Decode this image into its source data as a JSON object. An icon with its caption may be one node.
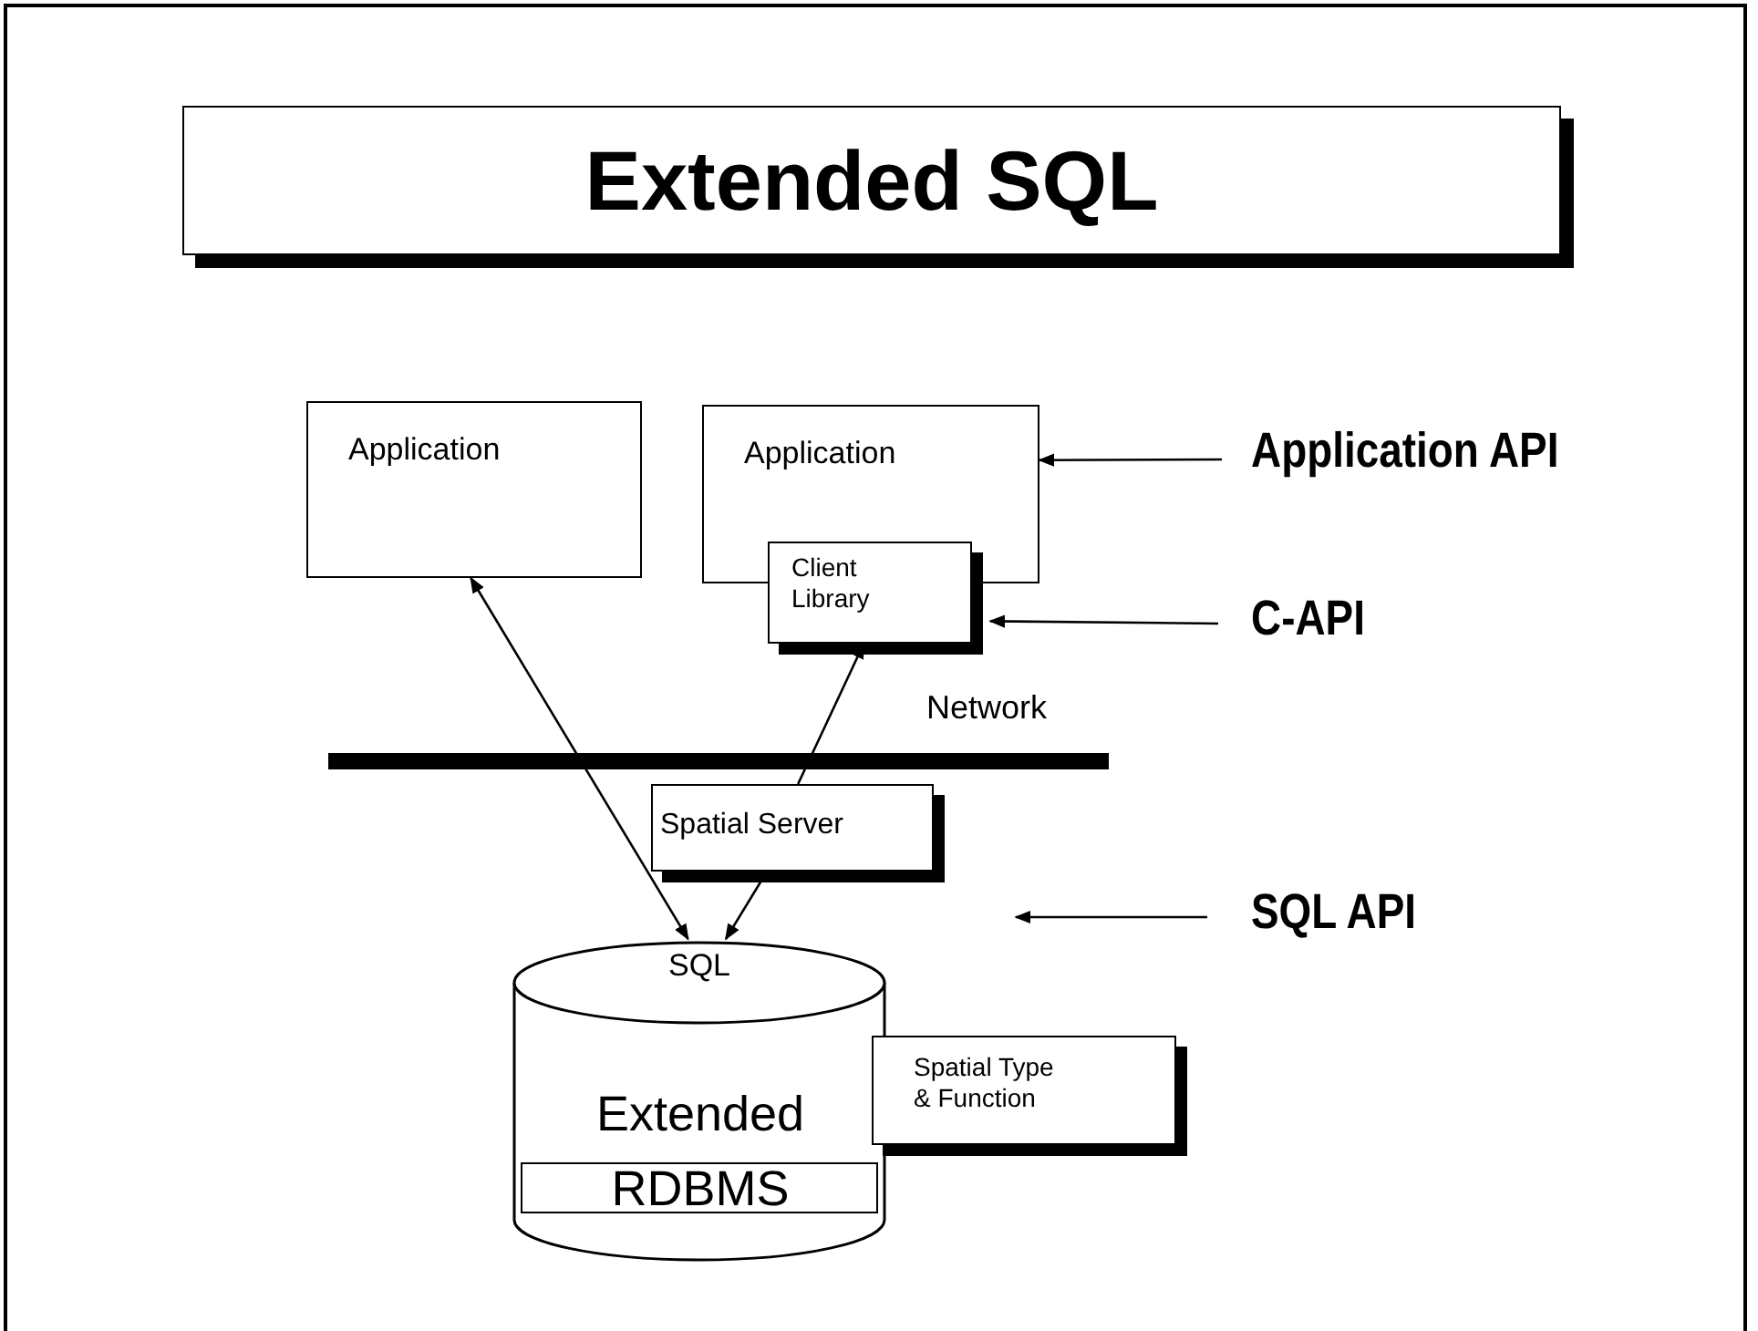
{
  "diagram": {
    "title": "Extended SQL",
    "nodes": [
      {
        "text": [
          "Application"
        ]
      },
      {
        "text": [
          "Application"
        ]
      },
      {
        "text": [
          "Client Library"
        ]
      },
      {
        "text": [
          "Spatial Server"
        ]
      },
      {
        "text": [
          "SQL",
          "Extended RDBMS"
        ]
      },
      {
        "text": [
          "Spatial Type & Function"
        ]
      },
      {
        "text": [
          "Application API"
        ]
      },
      {
        "text": [
          "C-API"
        ]
      },
      {
        "text": [
          "SQL API"
        ]
      }
    ],
    "edges": [
      {
        "from": 0,
        "to": 4,
        "arrow": "both"
      },
      {
        "from": 3,
        "to": 2,
        "arrow": "to"
      },
      {
        "from": 3,
        "to": 4,
        "arrow": "to"
      },
      {
        "from": 6,
        "to": 1,
        "arrow": "to"
      },
      {
        "from": 7,
        "to": 2,
        "arrow": "to"
      },
      {
        "from": 8,
        "to": null,
        "arrow": "to"
      }
    ],
    "labels": [
      "Network"
    ]
  }
}
